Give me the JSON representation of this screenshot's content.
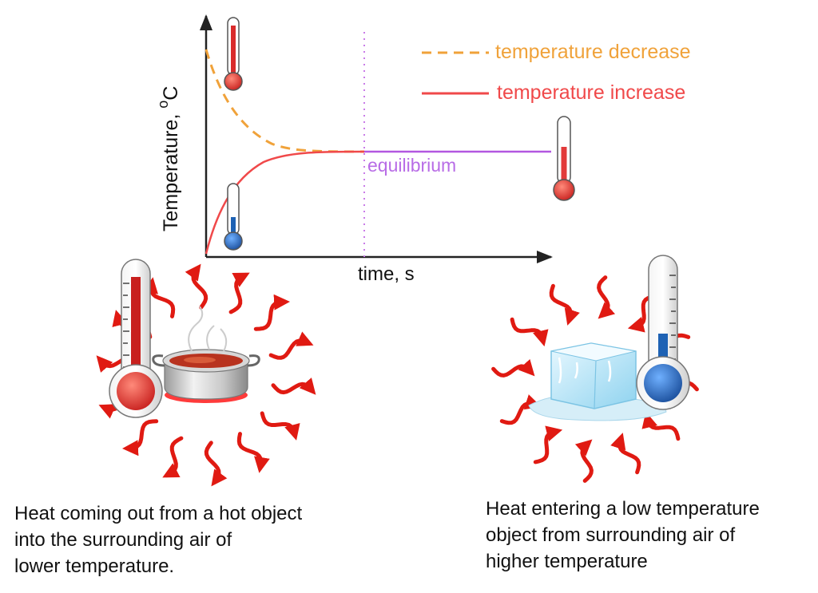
{
  "graph": {
    "ylabel": "Temperature, ",
    "ylabel_unit": "o",
    "ylabel_unit_base": "C",
    "xlabel": "time, s",
    "equilibrium_label": "equilibrium"
  },
  "legend": {
    "decrease_label": "temperature decrease",
    "increase_label": "temperature increase"
  },
  "colors": {
    "decrease": "#f0a23a",
    "increase": "#f0494a",
    "equilibrium": "#b257e0",
    "hot": "#d92b2b",
    "cold": "#1e62b4",
    "arrow": "#e01a12",
    "ice": "#bfe6f5"
  },
  "icons": [
    "thermometer-hot-icon",
    "thermometer-cold-icon",
    "cooking-pot-icon",
    "ice-cube-icon",
    "heat-arrow-icon"
  ],
  "captions": {
    "left": [
      "Heat coming out from a hot object",
      "into the surrounding air of",
      "lower temperature."
    ],
    "right": [
      "Heat entering a low temperature",
      "object from surrounding air of",
      "higher temperature"
    ]
  }
}
